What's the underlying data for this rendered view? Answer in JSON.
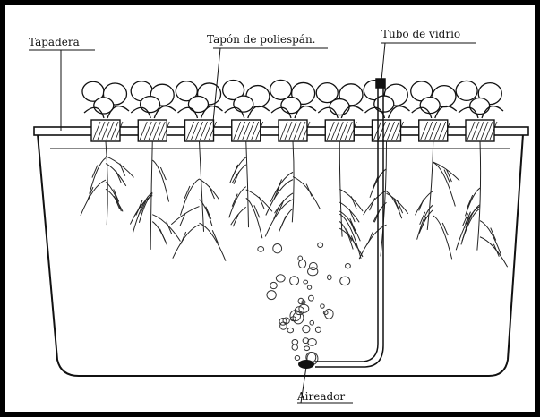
{
  "diagram": {
    "labels": {
      "lid": "Tapadera",
      "plug": "Tapón de poliespán.",
      "tube": "Tubo de vidrio",
      "aerator": "Aireador"
    },
    "plant_count": 9,
    "colors": {
      "ink": "#111111",
      "paper": "#ffffff",
      "border": "#000000"
    }
  }
}
